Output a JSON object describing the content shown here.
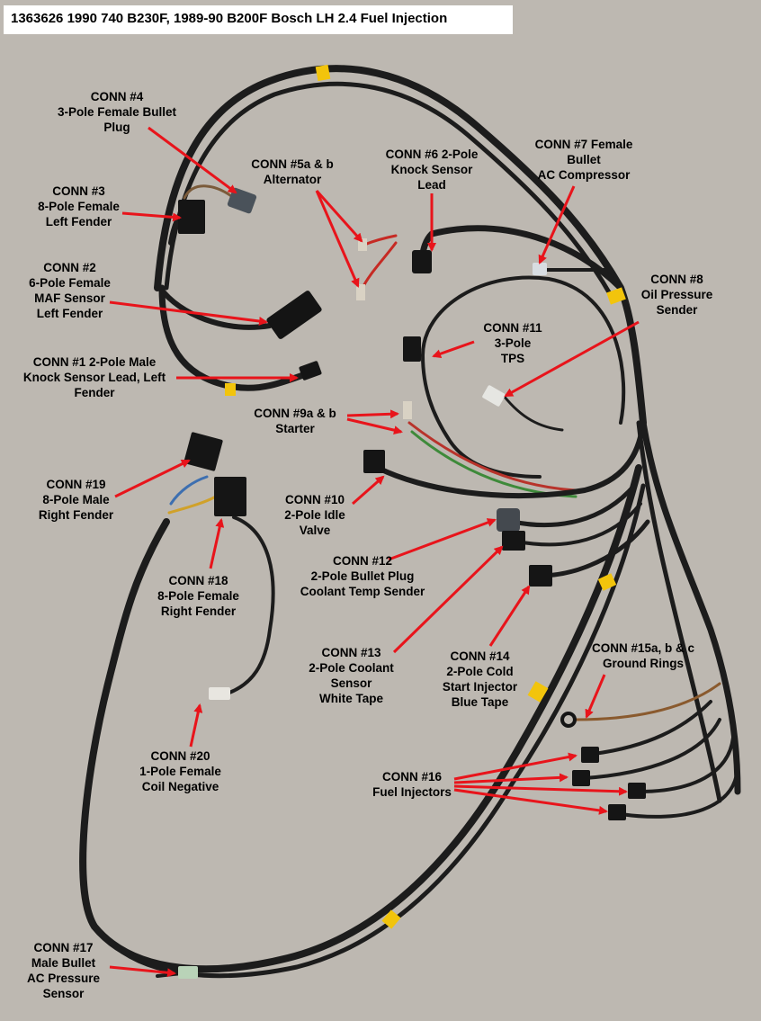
{
  "title": "1363626 1990 740 B230F, 1989-90 B200F Bosch LH 2.4 Fuel Injection",
  "colors": {
    "background": "#bdb8b1",
    "wire": "#1c1c1c",
    "tape_yellow": "#f2c40c",
    "arrow": "#e8141b",
    "label_text": "#000000"
  },
  "labels": [
    {
      "id": "conn4",
      "lines": [
        "CONN #4",
        "3-Pole Female Bullet",
        "Plug"
      ]
    },
    {
      "id": "conn5",
      "lines": [
        "CONN  #5a & b",
        "Alternator"
      ]
    },
    {
      "id": "conn6",
      "lines": [
        "CONN #6  2-Pole",
        "Knock Sensor",
        "Lead"
      ]
    },
    {
      "id": "conn7",
      "lines": [
        "CONN #7 Female",
        "Bullet",
        "AC Compressor"
      ]
    },
    {
      "id": "conn3",
      "lines": [
        "CONN #3",
        "8-Pole Female",
        "Left Fender"
      ]
    },
    {
      "id": "conn2",
      "lines": [
        "CONN #2",
        "6-Pole Female",
        "MAF Sensor",
        "Left Fender"
      ]
    },
    {
      "id": "conn8",
      "lines": [
        "CONN #8",
        "Oil Pressure",
        "Sender"
      ]
    },
    {
      "id": "conn11",
      "lines": [
        "CONN #11",
        "3-Pole",
        "TPS"
      ]
    },
    {
      "id": "conn1",
      "lines": [
        "CONN #1   2-Pole Male",
        "Knock Sensor Lead, Left",
        "Fender"
      ]
    },
    {
      "id": "conn9",
      "lines": [
        "CONN #9a & b",
        "Starter"
      ]
    },
    {
      "id": "conn19",
      "lines": [
        "CONN #19",
        "8-Pole Male",
        "Right Fender"
      ]
    },
    {
      "id": "conn10",
      "lines": [
        "CONN #10",
        "2-Pole Idle",
        "Valve"
      ]
    },
    {
      "id": "conn12",
      "lines": [
        "CONN #12",
        "2-Pole Bullet Plug",
        "Coolant Temp Sender"
      ]
    },
    {
      "id": "conn18",
      "lines": [
        "CONN #18",
        "8-Pole Female",
        "Right Fender"
      ]
    },
    {
      "id": "conn15",
      "lines": [
        "CONN #15a, b & c",
        "Ground Rings"
      ]
    },
    {
      "id": "conn13",
      "lines": [
        "CONN #13",
        "2-Pole Coolant",
        "Sensor",
        "White Tape"
      ]
    },
    {
      "id": "conn14",
      "lines": [
        "CONN #14",
        "2-Pole Cold",
        "Start Injector",
        "Blue Tape"
      ]
    },
    {
      "id": "conn20",
      "lines": [
        "CONN #20",
        "1-Pole Female",
        "Coil Negative"
      ]
    },
    {
      "id": "conn16",
      "lines": [
        "CONN #16",
        "Fuel Injectors"
      ]
    },
    {
      "id": "conn17",
      "lines": [
        "CONN #17",
        "Male Bullet",
        "AC Pressure",
        "Sensor"
      ]
    }
  ]
}
